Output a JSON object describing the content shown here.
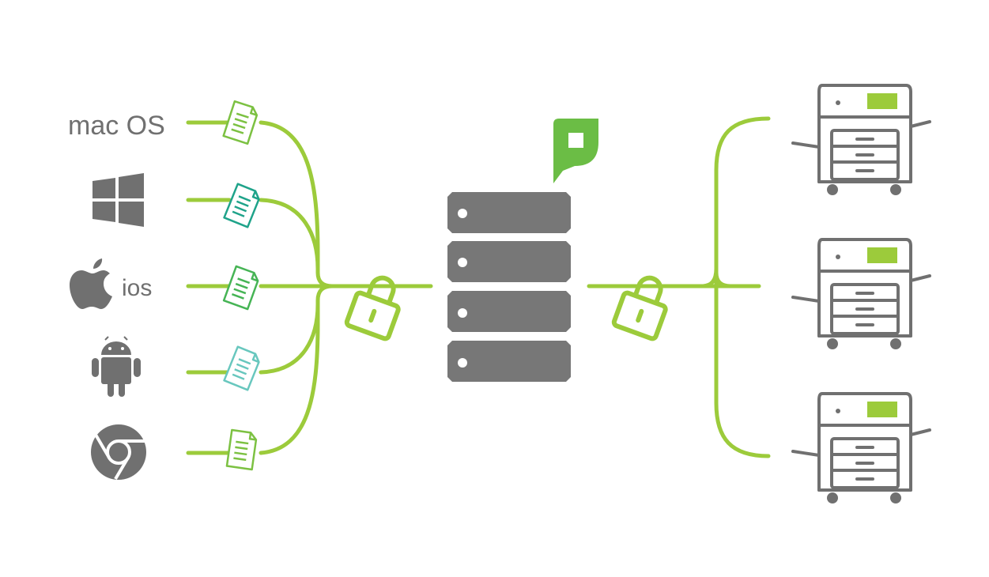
{
  "colors": {
    "line": "#9ccb3b",
    "gray": "#707070",
    "server": "#777777",
    "doc_green": "#7cc142",
    "doc_teal": "#1fa38a",
    "doc_light_teal": "#68c7be",
    "logo_green": "#6bbd45",
    "printer_accent": "#9ccb3b"
  },
  "clients": [
    {
      "name": "macos",
      "label": "mac OS",
      "icon": "text-logo",
      "doc_color": "#7cc142"
    },
    {
      "name": "windows",
      "label": "",
      "icon": "windows-icon",
      "doc_color": "#1fa38a"
    },
    {
      "name": "ios",
      "label": "ios",
      "icon": "apple-icon",
      "doc_color": "#46b455"
    },
    {
      "name": "android",
      "label": "",
      "icon": "android-icon",
      "doc_color": "#68c7be"
    },
    {
      "name": "chrome",
      "label": "",
      "icon": "chrome-icon",
      "doc_color": "#7cc142"
    }
  ],
  "server": {
    "units": 4,
    "logo_icon": "print-server-logo-icon"
  },
  "locks": [
    "lock-icon",
    "lock-icon"
  ],
  "printers": [
    {
      "name": "printer",
      "icon": "printer-icon"
    },
    {
      "name": "printer",
      "icon": "printer-icon"
    },
    {
      "name": "printer",
      "icon": "printer-icon"
    }
  ]
}
